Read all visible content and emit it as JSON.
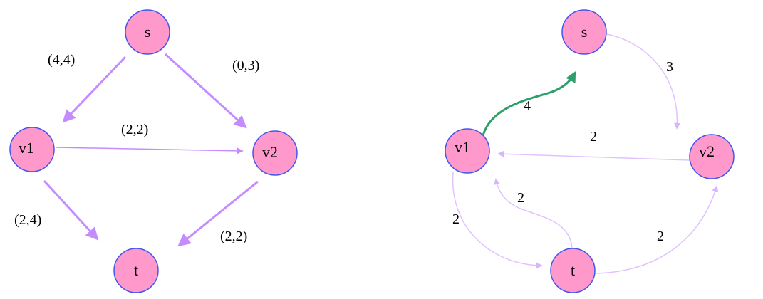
{
  "colors": {
    "node_fill": "#ff99cc",
    "node_stroke": "#4455ee",
    "edge_flow": "#c58cff",
    "edge_residual": "#e0c2ff",
    "edge_augmenting": "#2e9e6a"
  },
  "left_graph": {
    "nodes": {
      "s": "s",
      "v1": "v1",
      "v2": "v2",
      "t": "t"
    },
    "edges": {
      "s_v1": "(4,4)",
      "s_v2": "(0,3)",
      "v1_v2": "(2,2)",
      "v1_t": "(2,4)",
      "v2_t": "(2,2)"
    }
  },
  "right_graph": {
    "nodes": {
      "s": "s",
      "v1": "v1",
      "v2": "v2",
      "t": "t"
    },
    "edges": {
      "v1_s": "4",
      "s_v2": "3",
      "v2_v1": "2",
      "v1_t": "2",
      "t_v1": "2",
      "t_v2": "2"
    }
  }
}
